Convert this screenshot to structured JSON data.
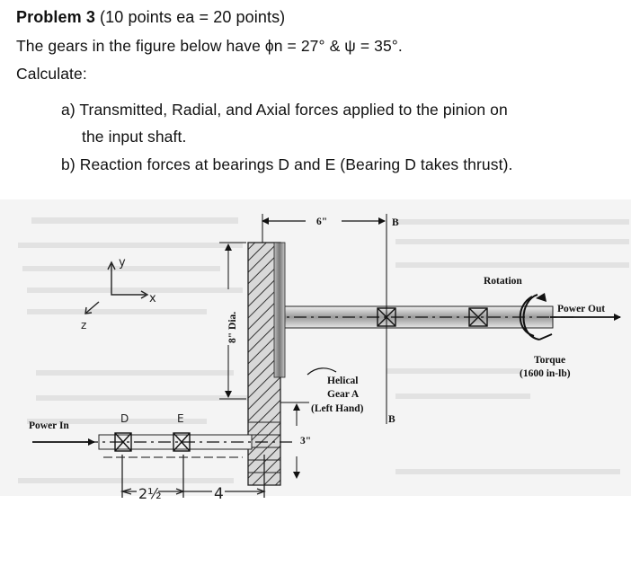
{
  "problem": {
    "title_bold": "Problem 3",
    "title_rest": "(10 points ea = 20 points)",
    "statement": "The gears in the figure below have ϕn = 27° & ψ = 35°.",
    "calculate": "Calculate:",
    "part_a_line1": "a) Transmitted, Radial, and Axial forces applied to the pinion on",
    "part_a_line2": "the input shaft.",
    "part_b": "b) Reaction forces at bearings D and E (Bearing D takes thrust)."
  },
  "figure": {
    "dim_6in": "6\"",
    "bearing_b_top": "B",
    "bearing_b_bottom": "B",
    "rotation": "Rotation",
    "power_out": "Power Out",
    "torque_line1": "Torque",
    "torque_line2": "(1600 in-lb)",
    "gear_line1": "Helical",
    "gear_line2": "Gear A",
    "gear_line3": "(Left Hand)",
    "dia": "8\" Dia.",
    "dim_3in": "3\"",
    "power_in": "Power In",
    "bearing_d": "D",
    "bearing_e": "E",
    "hand_dim_left": "2½",
    "hand_dim_right": "4",
    "axis_y": "y",
    "axis_x": "x",
    "axis_z": "z"
  }
}
